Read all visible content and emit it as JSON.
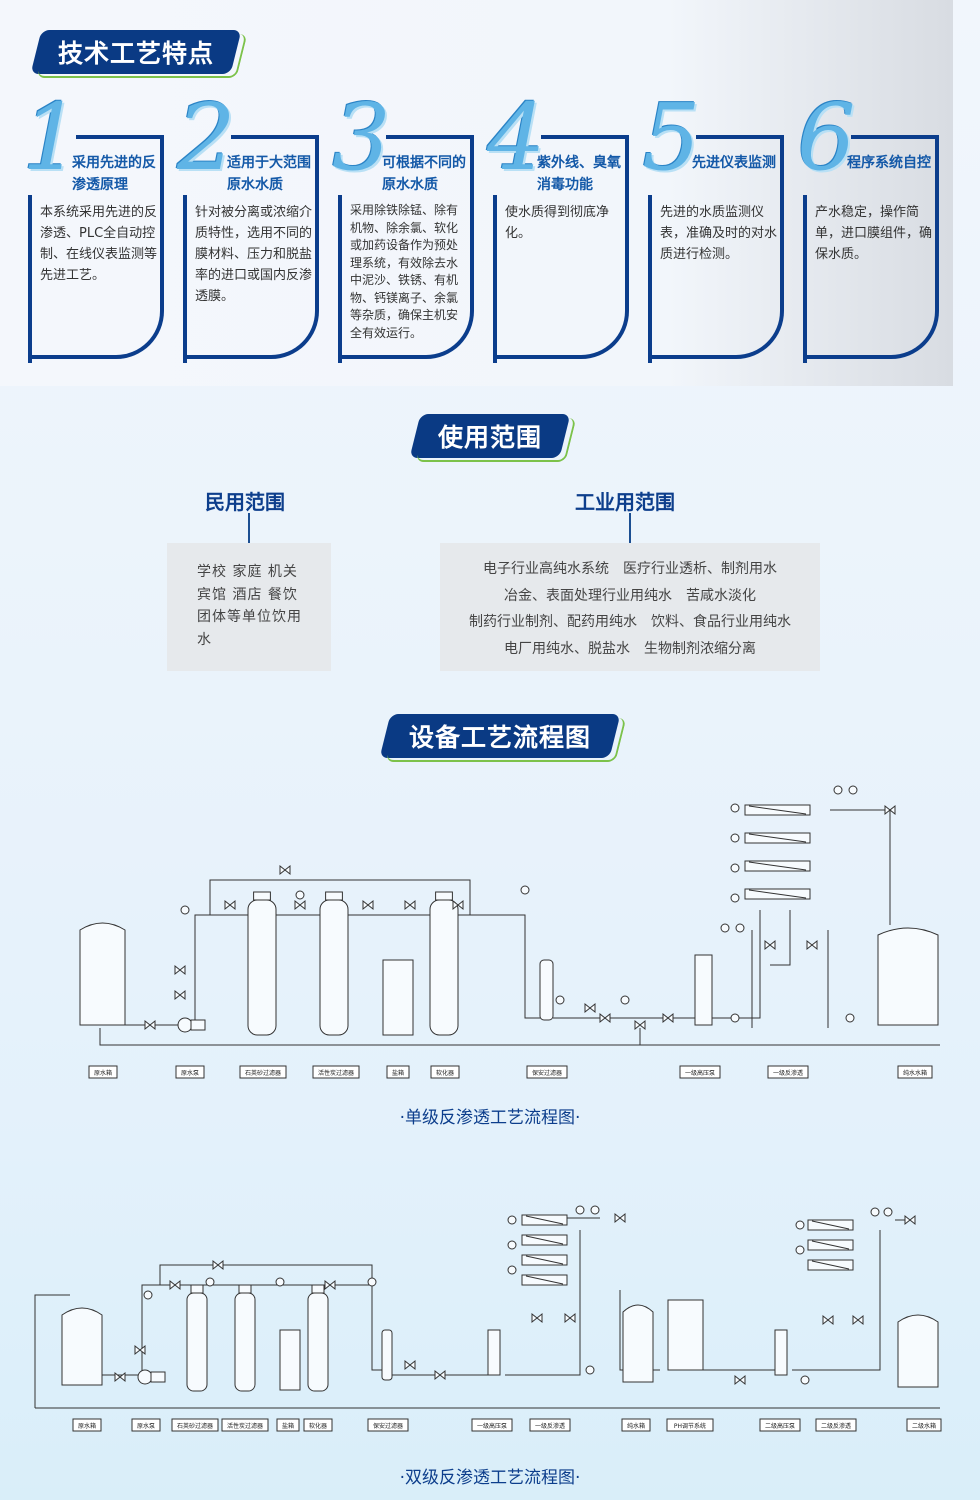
{
  "features": {
    "heading": "技术工艺特点",
    "cards": [
      {
        "num": "1",
        "title": "采用先进的反渗透原理",
        "desc": "本系统采用先进的反渗透、PLC全自动控制、在线仪表监测等先进工艺。"
      },
      {
        "num": "2",
        "title": "适用于大范围原水水质",
        "desc": "针对被分离或浓缩介质特性，选用不同的膜材料、压力和脱盐率的进口或国内反渗透膜。"
      },
      {
        "num": "3",
        "title": "可根据不同的原水水质",
        "desc": "采用除铁除锰、除有机物、除余氯、软化或加药设备作为预处理系统，有效除去水中泥沙、铁锈、有机物、钙镁离子、余氯等杂质，确保主机安全有效运行。"
      },
      {
        "num": "4",
        "title": "紫外线、臭氧消毒功能",
        "desc": "使水质得到彻底净化。"
      },
      {
        "num": "5",
        "title": "先进仪表监测",
        "desc": "先进的水质监测仪表，准确及时的对水质进行检测。"
      },
      {
        "num": "6",
        "title": "程序系统自控",
        "desc": "产水稳定，操作简单，进口膜组件，确保水质。"
      }
    ]
  },
  "scope": {
    "heading": "使用范围",
    "civil": {
      "title": "民用范围",
      "text": "学校 家庭 机关 宾馆 酒店 餐饮 团体等单位饮用水"
    },
    "industrial": {
      "title": "工业用范围",
      "lines": [
        "电子行业高纯水系统　医疗行业透析、制剂用水",
        "冶金、表面处理行业用纯水　苦咸水淡化",
        "制药行业制剂、配药用纯水　饮料、食品行业用纯水",
        "电厂用纯水、脱盐水　生物制剂浓缩分离"
      ]
    }
  },
  "flow": {
    "heading": "设备工艺流程图",
    "single": {
      "caption": "·单级反渗透工艺流程图·",
      "labels": [
        "原水箱",
        "原水泵",
        "石英砂过滤器",
        "活性炭过滤器",
        "盐箱",
        "软化器",
        "保安过滤器",
        "一级高压泵",
        "一级反渗透",
        "纯水水箱"
      ]
    },
    "double": {
      "caption": "·双级反渗透工艺流程图·",
      "labels": [
        "原水箱",
        "原水泵",
        "石英砂过滤器",
        "活性炭过滤器",
        "盐箱",
        "软化器",
        "保安过滤器",
        "一级高压泵",
        "一级反渗透",
        "纯水箱",
        "PH调节系统",
        "二级高压泵",
        "二级反渗透",
        "二级水箱"
      ]
    }
  },
  "colors": {
    "brand": "#0a3a84",
    "accent_green": "#7cc24a",
    "title_blue": "#1459a8"
  }
}
